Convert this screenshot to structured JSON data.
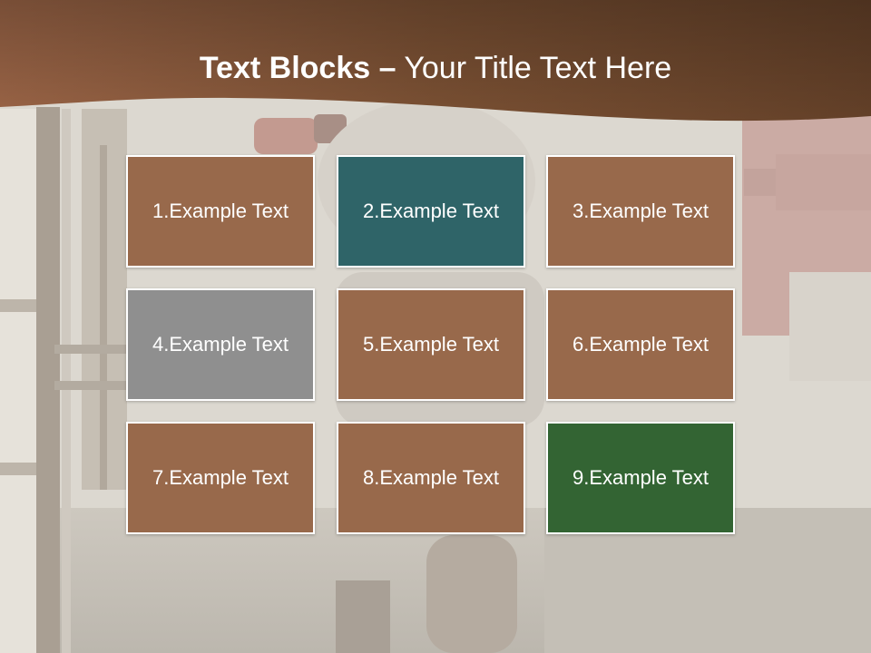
{
  "slide": {
    "title_bold": "Text Blocks –",
    "title_rest": "Your Title Text Here",
    "header_color": "#7e5236",
    "background": "faded gym photograph (person squatting with barbell)"
  },
  "blocks": [
    {
      "label": "1.Example Text",
      "color": "#98694b"
    },
    {
      "label": "2.Example Text",
      "color": "#2f6468"
    },
    {
      "label": "3.Example Text",
      "color": "#98694b"
    },
    {
      "label": "4.Example Text",
      "color": "#8f8f8f"
    },
    {
      "label": "5.Example Text",
      "color": "#98694b"
    },
    {
      "label": "6.Example Text",
      "color": "#98694b"
    },
    {
      "label": "7.Example Text",
      "color": "#98694b"
    },
    {
      "label": "8.Example Text",
      "color": "#98694b"
    },
    {
      "label": "9.Example Text",
      "color": "#336433"
    }
  ]
}
